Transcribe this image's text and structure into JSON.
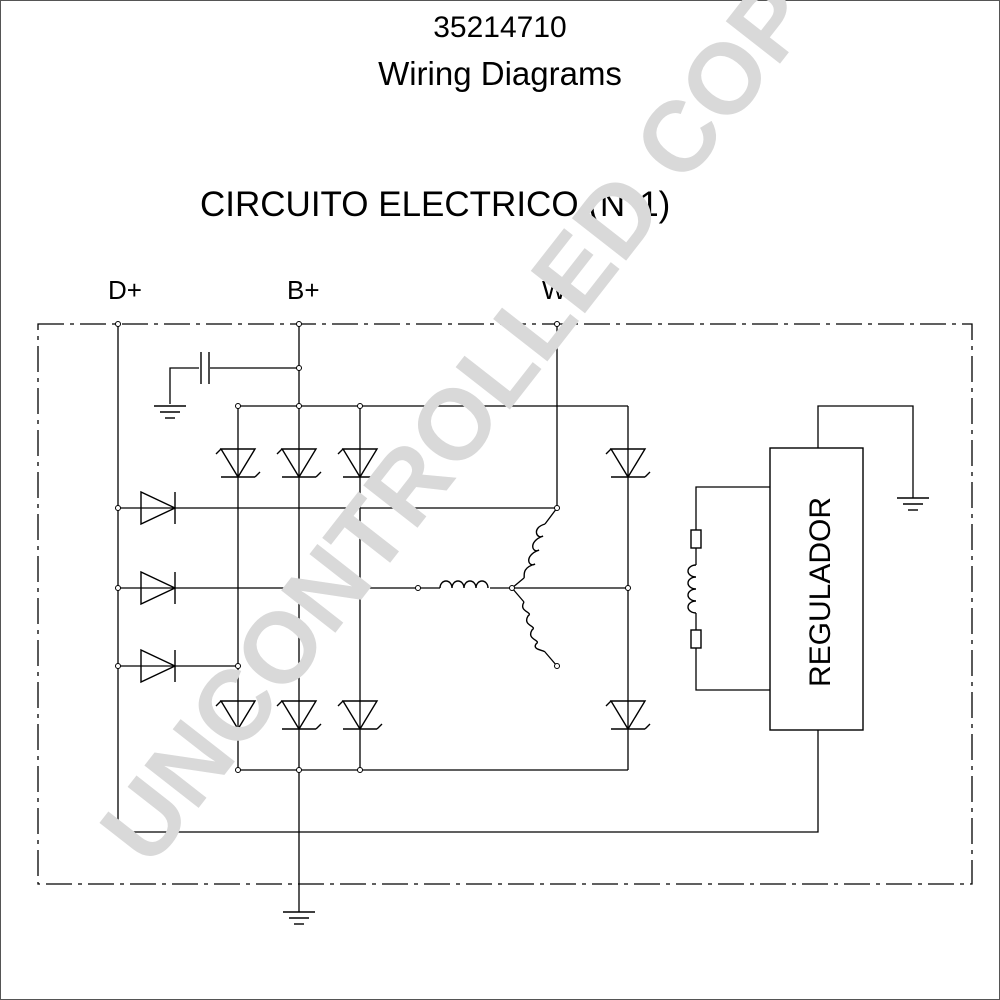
{
  "header": {
    "doc_number": "35214710",
    "doc_title": "Wiring Diagrams"
  },
  "circuit": {
    "title": "CIRCUITO ELECTRICO (N°1)",
    "terminals": {
      "d_plus": "D+",
      "b_plus": "B+",
      "w": "W"
    },
    "regulator_label": "REGULADOR"
  },
  "watermark": {
    "text": "UNCONTROLLED COPY"
  }
}
